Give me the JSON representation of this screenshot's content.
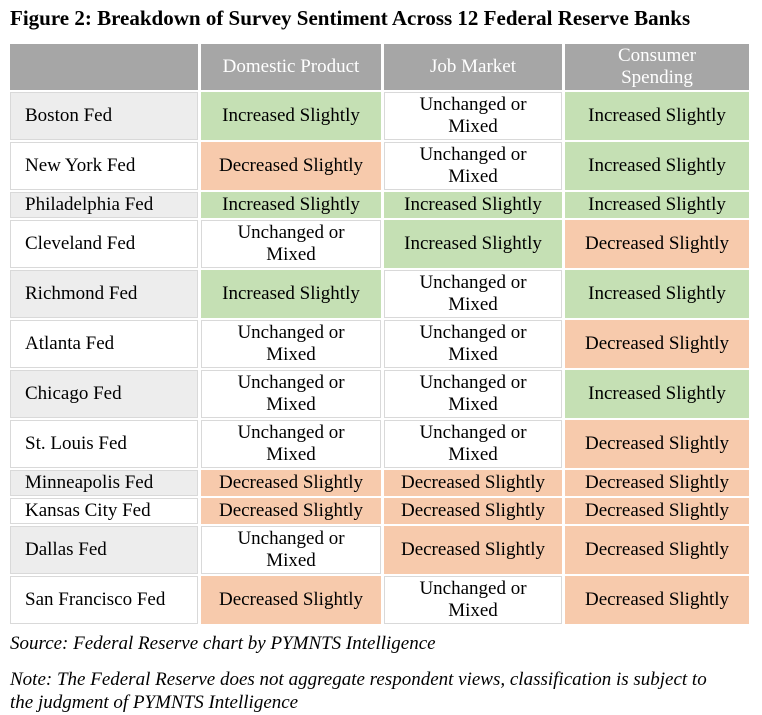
{
  "page": {
    "title": "Figure 2: Breakdown of Survey Sentiment Across 12 Federal Reserve Banks",
    "source_note": "Source: Federal Reserve chart by PYMNTS Intelligence",
    "footnote": "Note: The Federal Reserve does not aggregate respondent views, classification is subject to the judgment of PYMNTS Intelligence"
  },
  "colors": {
    "header_bg": "#a6a6a6",
    "header_text": "#ffffff",
    "row_label_shaded_bg": "#ededed",
    "row_label_plain_bg": "#ffffff",
    "increased_bg": "#c5e0b4",
    "unchanged_bg": "#ffffff",
    "decreased_bg": "#f7caac",
    "grid_line": "#d9d9d9",
    "text": "#000000"
  },
  "chart_data": {
    "type": "table",
    "title": "Figure 2: Breakdown of Survey Sentiment Across 12 Federal Reserve Banks",
    "columns": [
      "",
      "Domestic Product",
      "Job Market",
      "Consumer Spending"
    ],
    "rows": [
      {
        "bank": "Boston Fed",
        "values": [
          "Increased Slightly",
          "Unchanged or Mixed",
          "Increased Slightly"
        ]
      },
      {
        "bank": "New York Fed",
        "values": [
          "Decreased Slightly",
          "Unchanged or Mixed",
          "Increased Slightly"
        ]
      },
      {
        "bank": "Philadelphia Fed",
        "values": [
          "Increased Slightly",
          "Increased Slightly",
          "Increased Slightly"
        ]
      },
      {
        "bank": "Cleveland Fed",
        "values": [
          "Unchanged or Mixed",
          "Increased Slightly",
          "Decreased Slightly"
        ]
      },
      {
        "bank": "Richmond Fed",
        "values": [
          "Increased Slightly",
          "Unchanged or Mixed",
          "Increased Slightly"
        ]
      },
      {
        "bank": "Atlanta Fed",
        "values": [
          "Unchanged or Mixed",
          "Unchanged or Mixed",
          "Decreased Slightly"
        ]
      },
      {
        "bank": "Chicago Fed",
        "values": [
          "Unchanged or Mixed",
          "Unchanged or Mixed",
          "Increased Slightly"
        ]
      },
      {
        "bank": "St. Louis Fed",
        "values": [
          "Unchanged or Mixed",
          "Unchanged or Mixed",
          "Decreased Slightly"
        ]
      },
      {
        "bank": "Minneapolis Fed",
        "values": [
          "Decreased Slightly",
          "Decreased Slightly",
          "Decreased Slightly"
        ]
      },
      {
        "bank": "Kansas City Fed",
        "values": [
          "Decreased Slightly",
          "Decreased Slightly",
          "Decreased Slightly"
        ]
      },
      {
        "bank": "Dallas Fed",
        "values": [
          "Unchanged or Mixed",
          "Decreased Slightly",
          "Decreased Slightly"
        ]
      },
      {
        "bank": "San Francisco Fed",
        "values": [
          "Decreased Slightly",
          "Unchanged or Mixed",
          "Decreased Slightly"
        ]
      }
    ],
    "sentiment_color_map": {
      "Increased Slightly": "#c5e0b4",
      "Unchanged or Mixed": "#ffffff",
      "Decreased Slightly": "#f7caac"
    }
  }
}
